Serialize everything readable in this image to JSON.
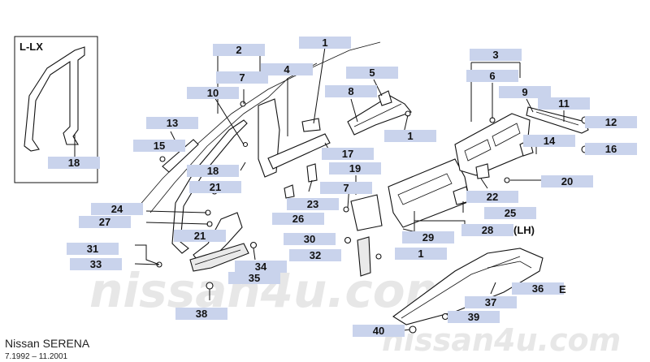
{
  "inset_label": "L-LX",
  "side_note": "(LH)",
  "option_mark": "E",
  "footer": {
    "model": "Nissan SERENA",
    "dates": "7.1992 – 11.2001"
  },
  "watermark": {
    "center": "nissan4u.com",
    "corner": "nissan4u.com"
  },
  "callouts": [
    "1",
    "1",
    "1",
    "2",
    "3",
    "4",
    "5",
    "6",
    "7",
    "7",
    "8",
    "9",
    "10",
    "11",
    "12",
    "13",
    "14",
    "15",
    "16",
    "17",
    "18",
    "18",
    "19",
    "20",
    "21",
    "21",
    "22",
    "23",
    "24",
    "25",
    "26",
    "27",
    "28",
    "29",
    "30",
    "31",
    "32",
    "33",
    "34",
    "35",
    "36",
    "37",
    "38",
    "39",
    "40"
  ]
}
